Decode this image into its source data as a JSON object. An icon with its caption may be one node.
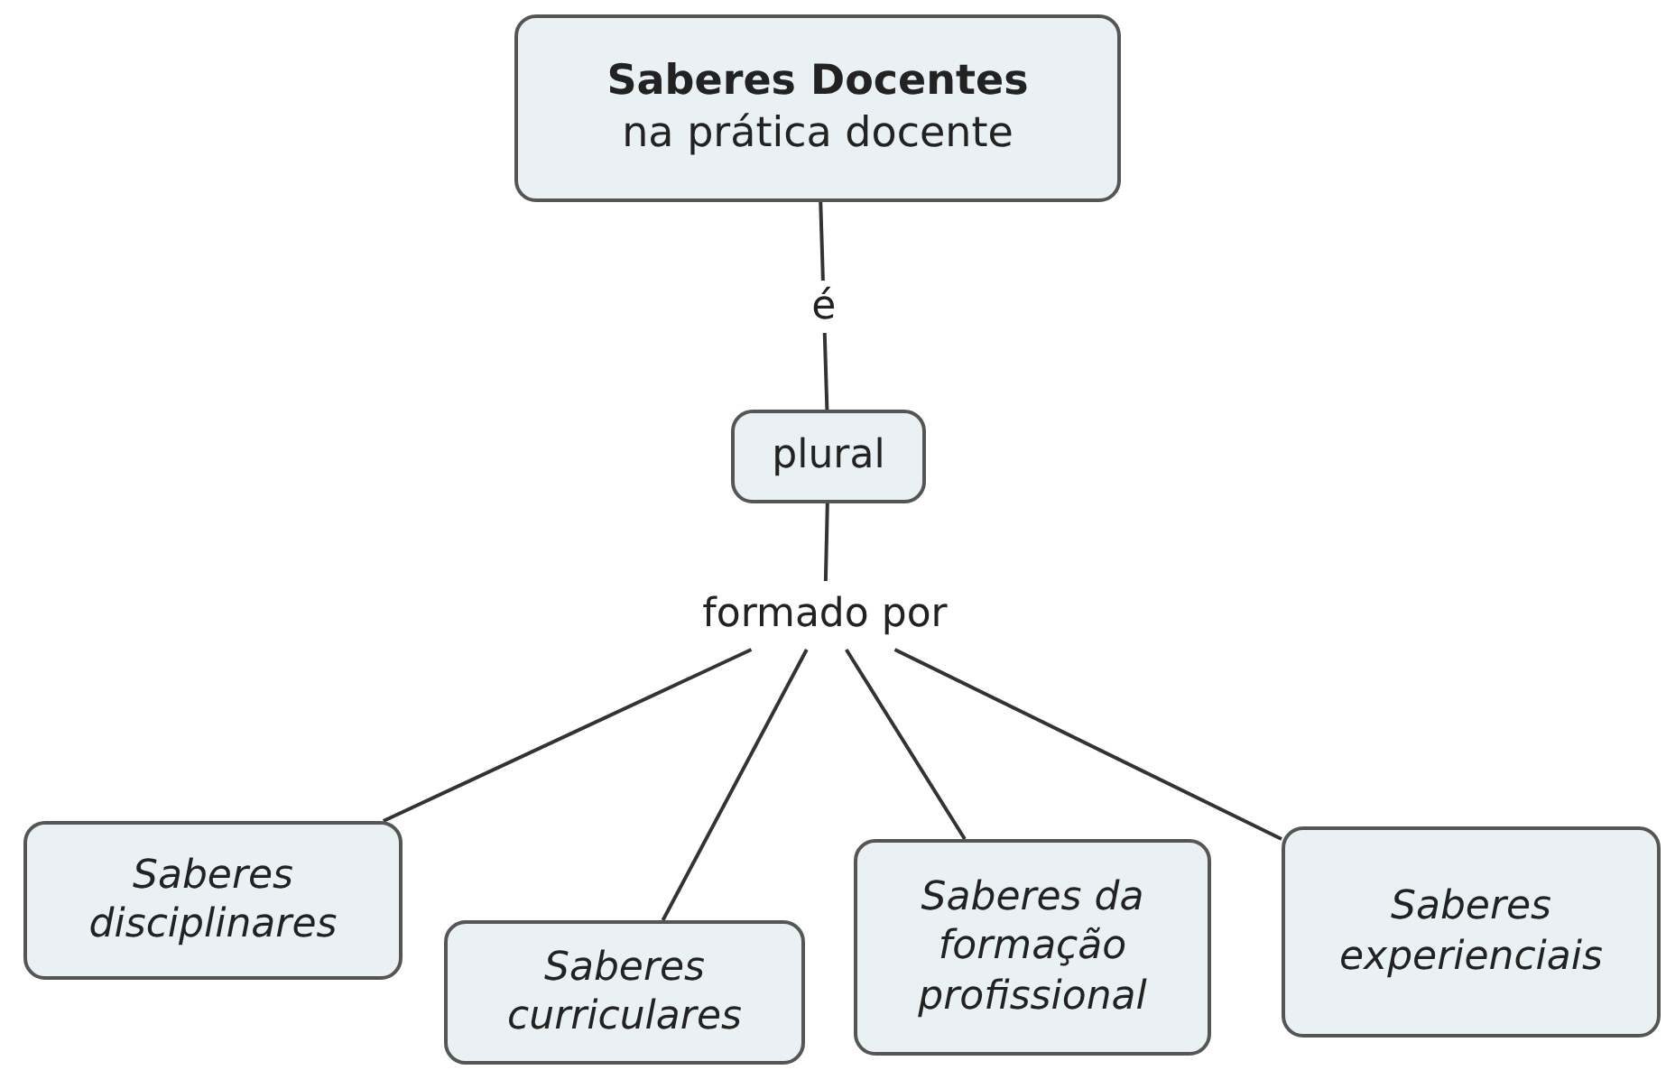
{
  "diagram": {
    "nodes": [
      {
        "text": [
          "Saberes Docentes",
          "na prática docente"
        ]
      },
      {
        "text": [
          "plural"
        ]
      },
      {
        "text": [
          "formado por"
        ]
      },
      {
        "text": [
          "Saberes disciplinares"
        ]
      },
      {
        "text": [
          "Saberes curriculares"
        ]
      },
      {
        "text": [
          "Saberes da formação profissional"
        ]
      },
      {
        "text": [
          "Saberes experienciais"
        ]
      }
    ],
    "edges": [
      {
        "from": 0,
        "to": 1,
        "arrow": "none",
        "label": "é"
      },
      {
        "from": 1,
        "to": 2,
        "arrow": "none"
      },
      {
        "from": 2,
        "to": 3,
        "arrow": "none"
      },
      {
        "from": 2,
        "to": 4,
        "arrow": "none"
      },
      {
        "from": 2,
        "to": 5,
        "arrow": "none"
      },
      {
        "from": 2,
        "to": 6,
        "arrow": "none"
      }
    ]
  }
}
